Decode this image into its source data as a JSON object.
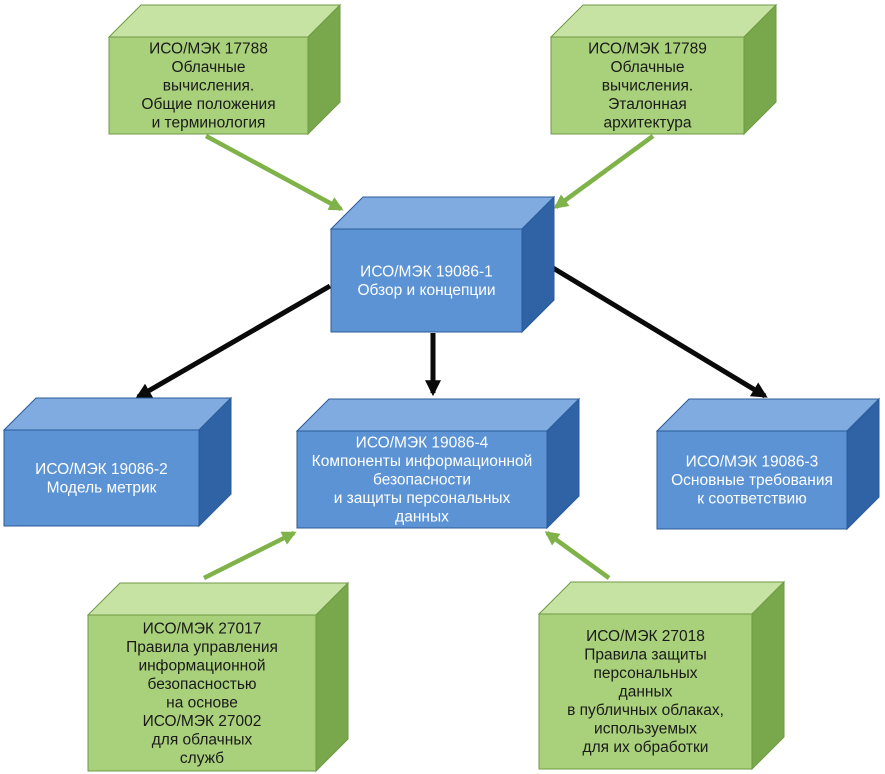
{
  "colors": {
    "green_front": "#a9d07a",
    "green_top": "#c7e3a3",
    "green_side": "#79a84c",
    "green_stroke": "#6f9a45",
    "blue_front": "#5b93d5",
    "blue_top": "#7fabe0",
    "blue_side": "#2f63a5",
    "blue_stroke": "#2b5b97",
    "green_arrow": "#7fb249",
    "black_arrow": "#0a0a0a"
  },
  "nodes": {
    "iso17788": {
      "color": "green",
      "lines": [
        "ИСО/МЭК 17788",
        "Облачные",
        "вычисления.",
        "Общие положения",
        "и терминология"
      ]
    },
    "iso17789": {
      "color": "green",
      "lines": [
        "ИСО/МЭК 17789",
        "Облачные",
        "вычисления.",
        "Эталонная",
        "архитектура"
      ]
    },
    "iso19086_1": {
      "color": "blue",
      "lines": [
        "ИСО/МЭК 19086-1",
        "Обзор и концепции"
      ]
    },
    "iso19086_2": {
      "color": "blue",
      "lines": [
        "ИСО/МЭК 19086-2",
        "Модель метрик"
      ]
    },
    "iso19086_4": {
      "color": "blue",
      "lines": [
        "ИСО/МЭК 19086-4",
        "Компоненты информационной",
        "безопасности",
        "и защиты персональных",
        "данных"
      ]
    },
    "iso19086_3": {
      "color": "blue",
      "lines": [
        "ИСО/МЭК 19086-3",
        "Основные требования",
        "к соответствию"
      ]
    },
    "iso27017": {
      "color": "green",
      "lines": [
        "ИСО/МЭК 27017",
        "Правила управления",
        "информационной",
        "безопасностью",
        "на основе",
        "ИСО/МЭК 27002",
        "для облачных",
        "служб"
      ]
    },
    "iso27018": {
      "color": "green",
      "lines": [
        "ИСО/МЭК 27018",
        "Правила защиты",
        "персональных",
        "данных",
        "в публичных облаках,",
        "используемых",
        "для их обработки"
      ]
    }
  },
  "edges": [
    {
      "from": "iso17788",
      "to": "iso19086_1",
      "color": "green"
    },
    {
      "from": "iso17789",
      "to": "iso19086_1",
      "color": "green"
    },
    {
      "from": "iso19086_1",
      "to": "iso19086_2",
      "color": "black"
    },
    {
      "from": "iso19086_1",
      "to": "iso19086_4",
      "color": "black"
    },
    {
      "from": "iso19086_1",
      "to": "iso19086_3",
      "color": "black"
    },
    {
      "from": "iso27017",
      "to": "iso19086_4",
      "color": "green"
    },
    {
      "from": "iso27018",
      "to": "iso19086_4",
      "color": "green"
    }
  ]
}
